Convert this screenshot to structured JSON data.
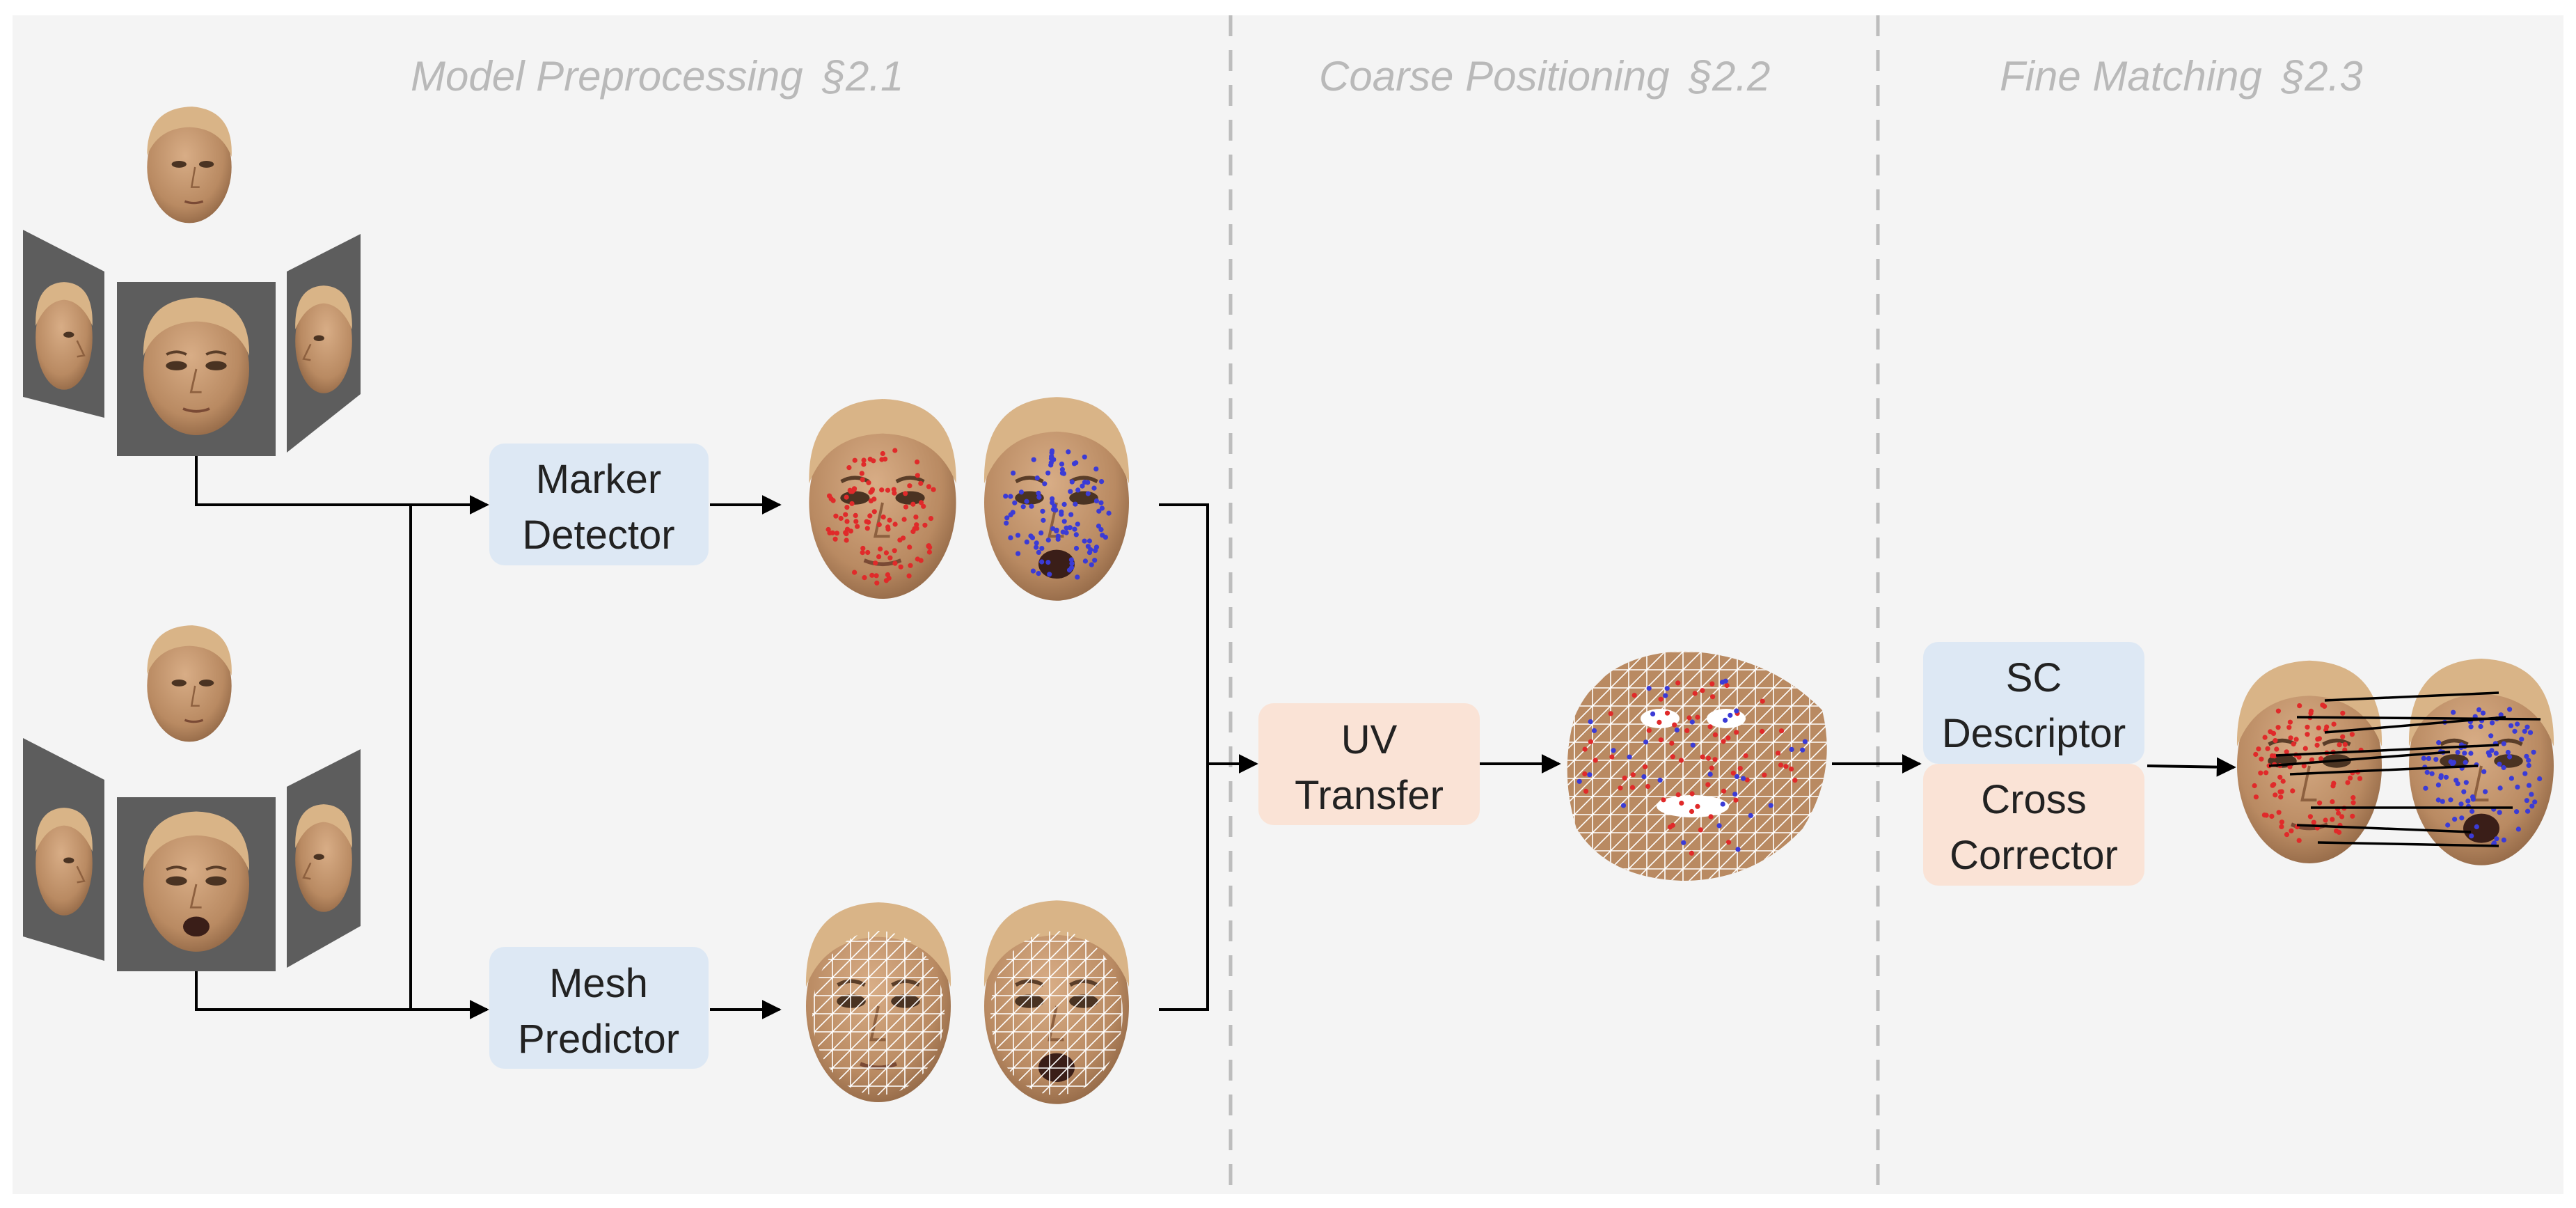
{
  "stages": [
    {
      "title": "Model Preprocessing",
      "ref": "§2.1"
    },
    {
      "title": "Coarse Positioning",
      "ref": "§2.2"
    },
    {
      "title": "Fine Matching",
      "ref": "§2.3"
    }
  ],
  "boxes": {
    "marker_detector": {
      "line1": "Marker",
      "line2": "Detector"
    },
    "mesh_predictor": {
      "line1": "Mesh",
      "line2": "Predictor"
    },
    "uv_transfer": {
      "line1": "UV",
      "line2": "Transfer"
    },
    "sc_descriptor": {
      "line1": "SC",
      "line2": "Descriptor"
    },
    "cross_corrector": {
      "line1": "Cross",
      "line2": "Corrector"
    }
  },
  "colors": {
    "background": "#f4f4f4",
    "blue_box": "#dde8f4",
    "orange_box": "#fae3d6",
    "divider": "#bdbdbd",
    "skin": "#c79a72",
    "view_panel": "#5d5d5d",
    "marker_red": "#e02a2a",
    "marker_blue": "#3b3bd6"
  }
}
